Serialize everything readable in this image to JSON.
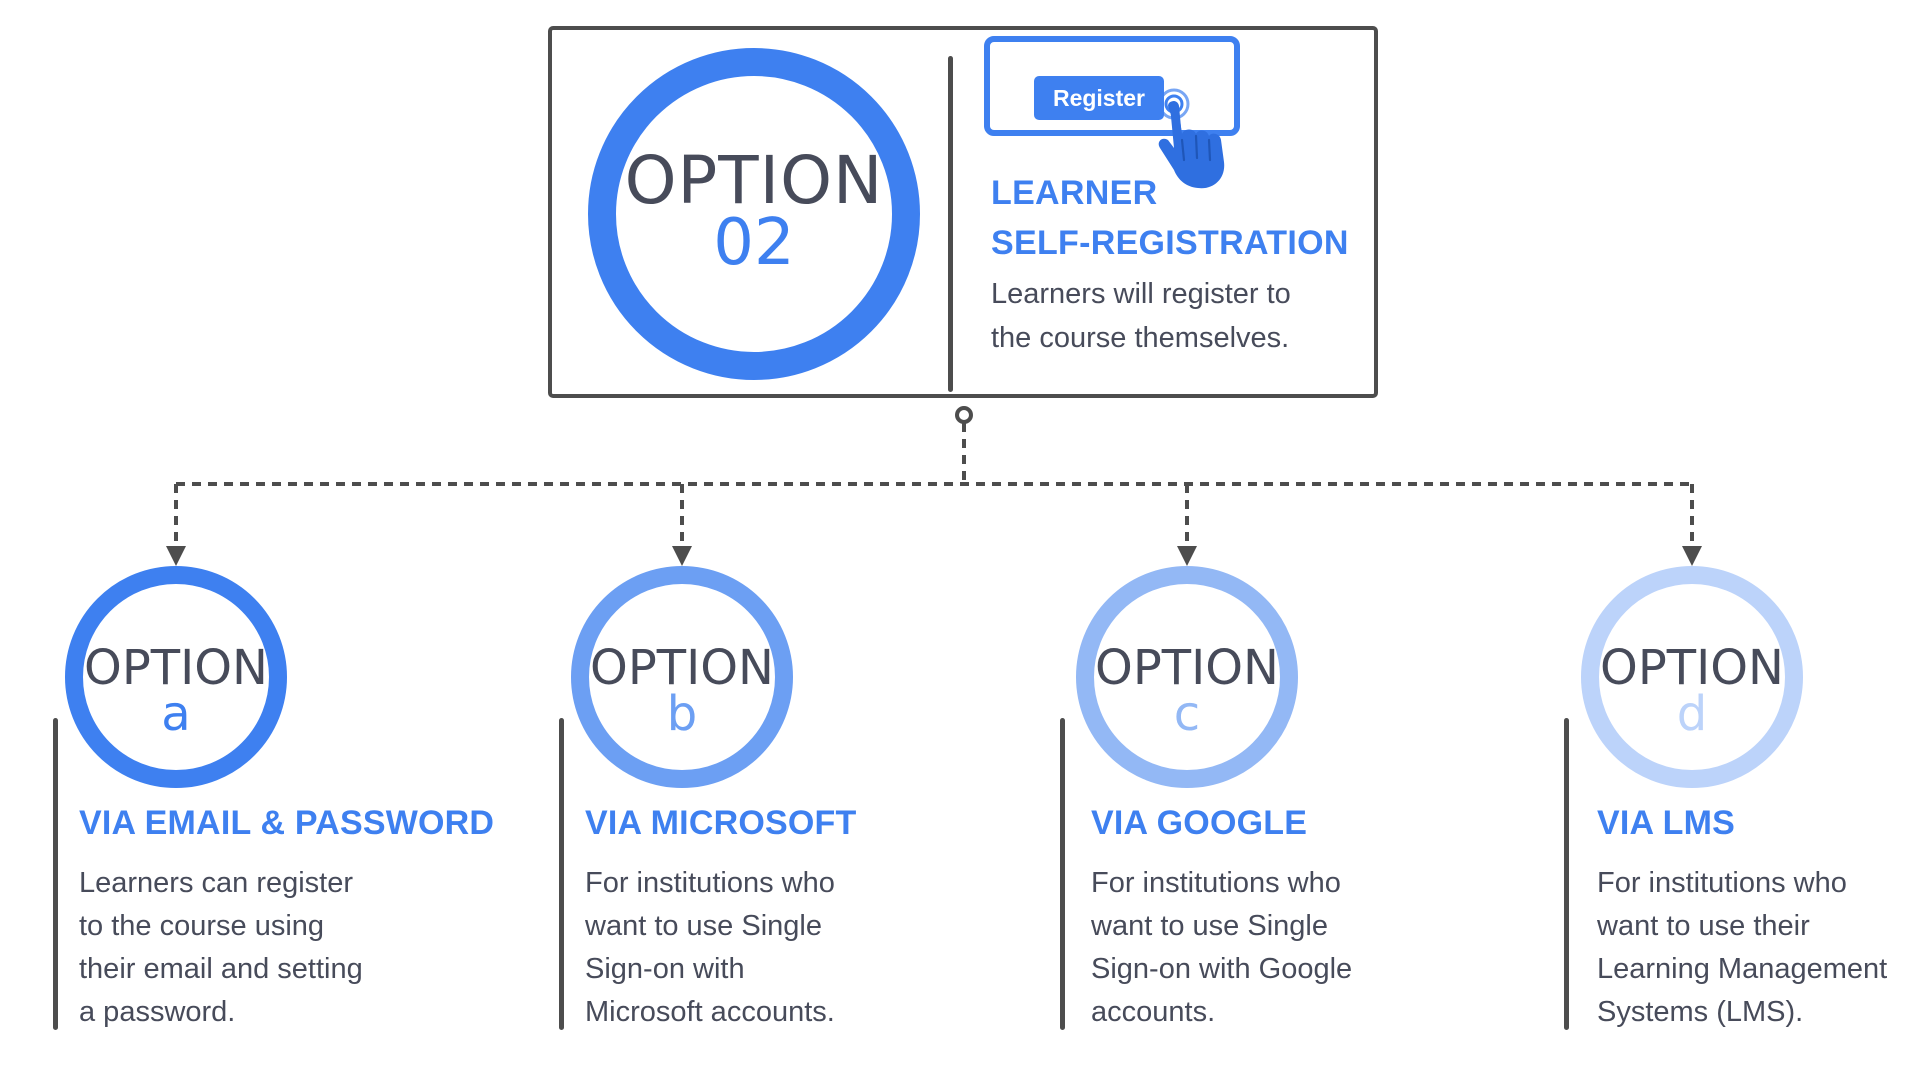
{
  "colors": {
    "accent": "#3e80f0",
    "option_a": "#3e80f0",
    "option_b": "#6c9ff3",
    "option_c": "#93b8f5",
    "option_d": "#bcd3fa",
    "text_dark": "#474b5a",
    "frame": "#4d4d4d"
  },
  "main": {
    "word": "OPTION",
    "number": "02",
    "register_label": "Register",
    "hand_icon": "pointing-hand-icon",
    "heading_line1": "LEARNER",
    "heading_line2": "SELF-REGISTRATION",
    "desc_line1": "Learners will register to",
    "desc_line2": "the course themselves."
  },
  "options": [
    {
      "word": "OPTION",
      "letter": "a",
      "heading": "VIA EMAIL & PASSWORD",
      "lines": [
        "Learners can register",
        "to the course using",
        "their email and setting",
        "a password."
      ]
    },
    {
      "word": "OPTION",
      "letter": "b",
      "heading": "VIA MICROSOFT",
      "lines": [
        "For institutions who",
        "want to use Single",
        "Sign-on with",
        "Microsoft accounts."
      ]
    },
    {
      "word": "OPTION",
      "letter": "c",
      "heading": "VIA GOOGLE",
      "lines": [
        "For institutions who",
        "want to use Single",
        "Sign-on with Google",
        "accounts."
      ]
    },
    {
      "word": "OPTION",
      "letter": "d",
      "heading": "VIA LMS",
      "lines": [
        "For institutions who",
        "want to use their",
        "Learning Management",
        "Systems (LMS)."
      ]
    }
  ]
}
